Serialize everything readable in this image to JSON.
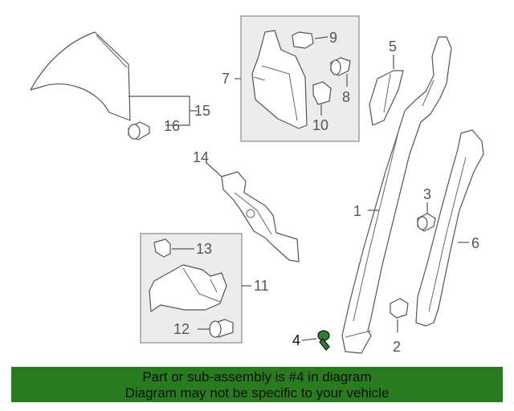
{
  "banner": {
    "line1": "Part or sub-assembly is #4 in diagram",
    "line2": "Diagram may not be specific to your vehicle",
    "background_color": "#2a7a1f"
  },
  "highlight_color": "#2f7d32",
  "callouts": {
    "c1": "1",
    "c2": "2",
    "c3": "3",
    "c4": "4",
    "c5": "5",
    "c6": "6",
    "c7": "7",
    "c8": "8",
    "c9": "9",
    "c10": "10",
    "c11": "11",
    "c12": "12",
    "c13": "13",
    "c14": "14",
    "c15": "15",
    "c16": "16"
  }
}
